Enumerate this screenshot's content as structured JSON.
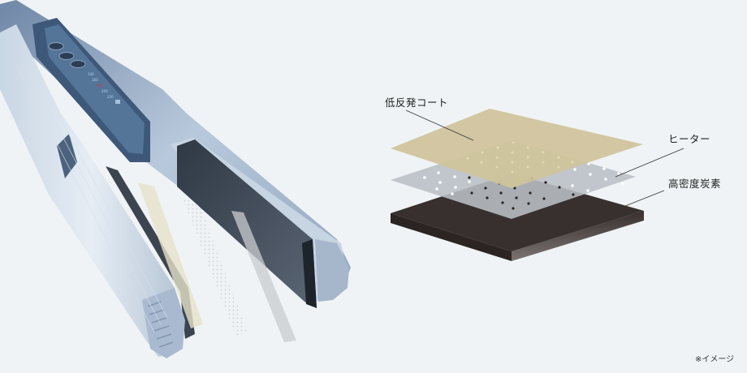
{
  "illustration": {
    "subject": "hair-straightener-plate-layers",
    "layers": [
      {
        "label": "低反発コート",
        "color": "#cfc39a"
      },
      {
        "label": "ヒーター",
        "color": "#b9bfc5"
      },
      {
        "label": "高密度炭素",
        "color": "#38302f"
      }
    ],
    "note": "※イメージ"
  },
  "device": {
    "temperature_indicators": [
      "140",
      "160",
      "180",
      "200",
      "220"
    ],
    "active_indicator_color": "#e0304a",
    "buttons": [
      "power",
      "minus",
      "plus"
    ]
  }
}
